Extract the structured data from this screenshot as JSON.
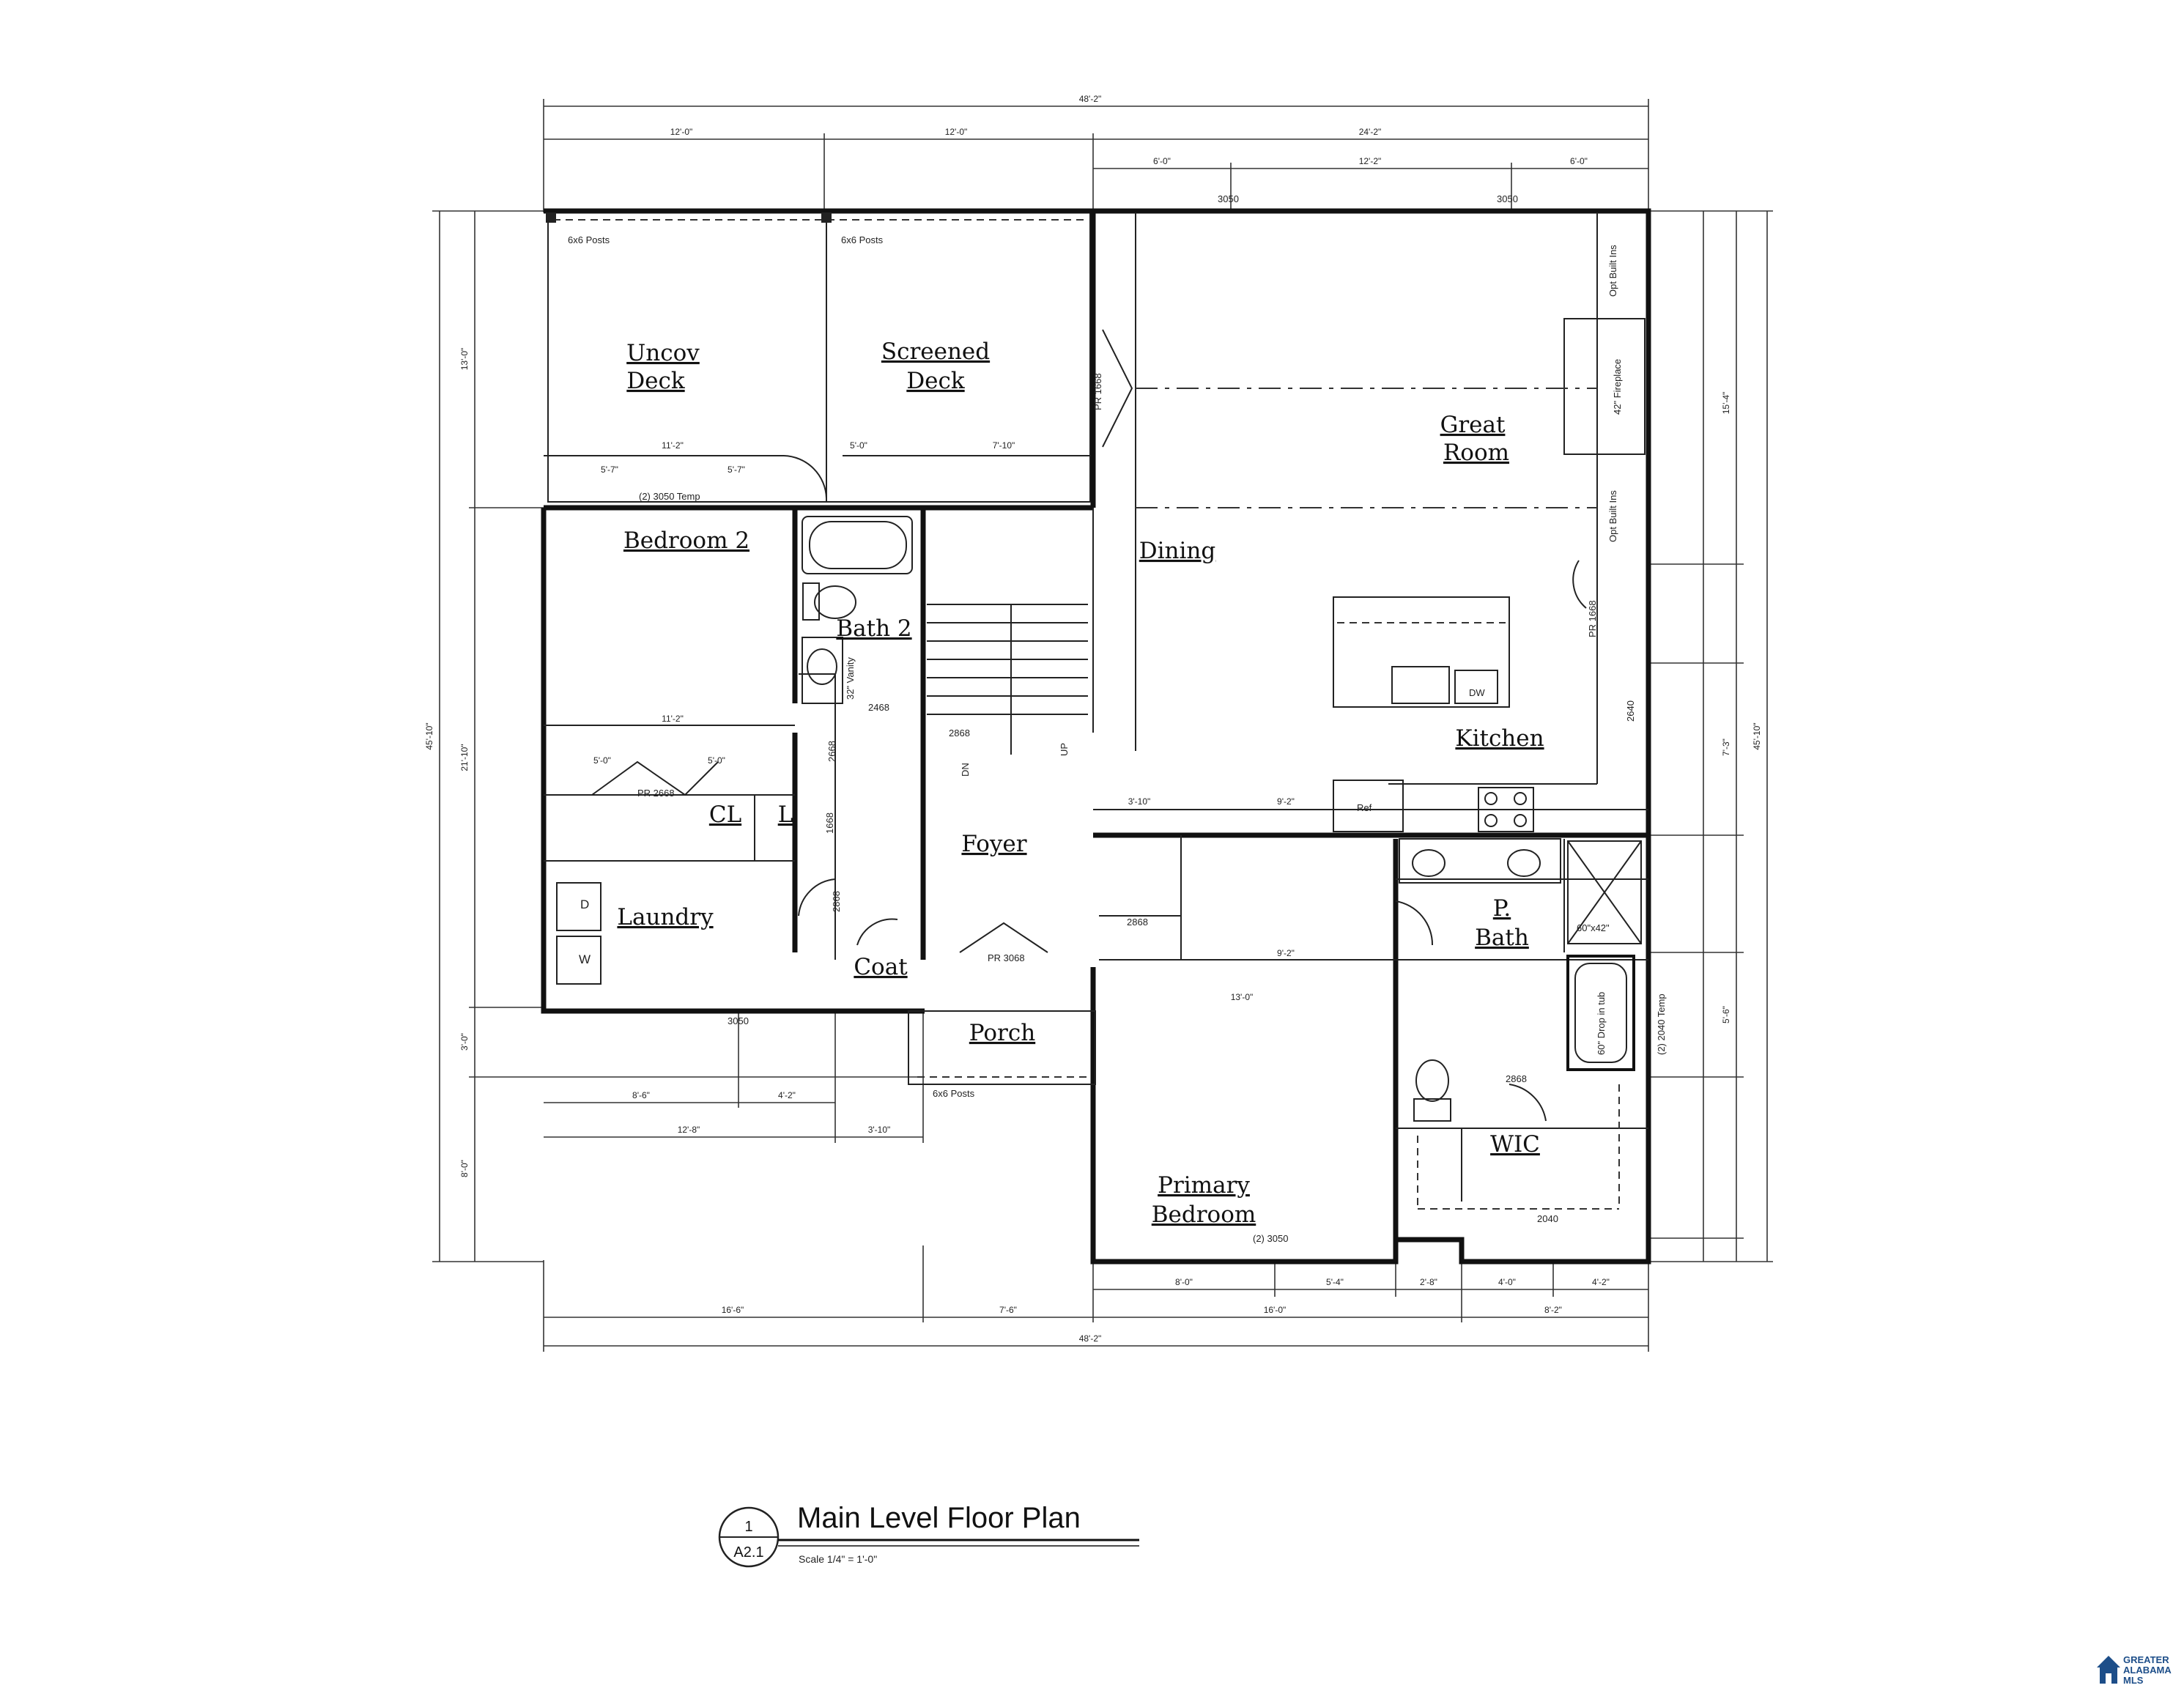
{
  "rooms": {
    "uncov_deck": [
      "Uncov",
      "Deck"
    ],
    "screened_deck": [
      "Screened",
      "Deck"
    ],
    "great_room": [
      "Great",
      "Room"
    ],
    "dining": "Dining",
    "bedroom2": "Bedroom 2",
    "bath2": "Bath 2",
    "kitchen": "Kitchen",
    "cl": "CL",
    "l": "L",
    "foyer": "Foyer",
    "laundry": "Laundry",
    "coat": "Coat",
    "porch": "Porch",
    "p_bath": [
      "P.",
      "Bath"
    ],
    "wic": "WIC",
    "primary_bedroom": [
      "Primary",
      "Bedroom"
    ]
  },
  "dimensions": {
    "overall_top": "48'-2\"",
    "top_left_a": "12'-0\"",
    "top_left_b": "12'-0\"",
    "top_right": "24'-2\"",
    "top_r1": "6'-0\"",
    "top_r2": "12'-2\"",
    "top_r3": "6'-0\"",
    "overall_bottom": "48'-2\"",
    "bot_a": "16'-6\"",
    "bot_b": "7'-6\"",
    "bot_c1": "8'-0\"",
    "bot_c2": "16'-0\"",
    "bot_c3": "5'-4\"",
    "bot_c4": "2'-8\"",
    "bot_c5": "4'-0\"",
    "bot_c6": "4'-2\"",
    "bot_c7": "8'-2\"",
    "left_overall": "45'-10\"",
    "left_a": "13'-0\"",
    "left_b": "21'-10\"",
    "left_c": "3'-0\"",
    "left_d": "8'-0\"",
    "right_overall": "45'-10\"",
    "right_a": "15'-4\"",
    "right_b": "7'-3\"",
    "right_c": "5'-6\"",
    "porch_a": "8'-6\"",
    "porch_b": "4'-2\"",
    "porch_c": "12'-8\"",
    "porch_d": "3'-10\"",
    "deck_a": "11'-2\"",
    "deck_b": "5'-7\"",
    "deck_c": "5'-7\"",
    "deck_d": "5'-0\"",
    "deck_e": "7'-10\"",
    "bed2_w": "11'-2\"",
    "bed2_cl_a": "5'-0\"",
    "bed2_cl_b": "5'-0\"",
    "kit_w": "9'-2\"",
    "kit_a": "3'-10\"",
    "prim_w": "13'-0\"",
    "prim_b": "9'-2\""
  },
  "notes": {
    "posts_1": "6x6 Posts",
    "posts_2": "6x6 Posts",
    "posts_3": "6x6 Posts",
    "window_top_1": "3050",
    "window_top_2": "3050",
    "temp_window": "(2) 3050 Temp",
    "pr_1668": "PR 1668",
    "opt_builtins_1": "Opt Built Ins",
    "opt_builtins_2": "Opt Built Ins",
    "fireplace": "42\" Fireplace",
    "vanity": "32\" Vanity",
    "pr_2668": "PR 2668",
    "door_2468": "2468",
    "door_2868_a": "2868",
    "door_2868_b": "2868",
    "door_2868_c": "2868",
    "door_2868_d": "2868",
    "door_1668": "1668",
    "door_2668": "2668",
    "pr_3068": "PR 3068",
    "dn": "DN",
    "up": "UP",
    "dw": "DW",
    "ref": "Ref",
    "dryer": "D",
    "washer": "W",
    "laundry_window": "3050",
    "shower": "60\"x42\"",
    "tub": "60\" Drop in tub",
    "temp_2040": "(2) 2040 Temp",
    "wic_window": "2040",
    "primary_window": "(2) 3050",
    "pr_1668_b": "PR 1668",
    "door_2640": "2640"
  },
  "title_block": {
    "title": "Main Level Floor Plan",
    "scale": "Scale  1/4\" = 1'-0\"",
    "detail_number": "1",
    "sheet": "A2.1"
  },
  "logo": {
    "line1": "GREATER",
    "line2": "ALABAMA",
    "line3": "MLS",
    "color": "#1d4e89"
  }
}
